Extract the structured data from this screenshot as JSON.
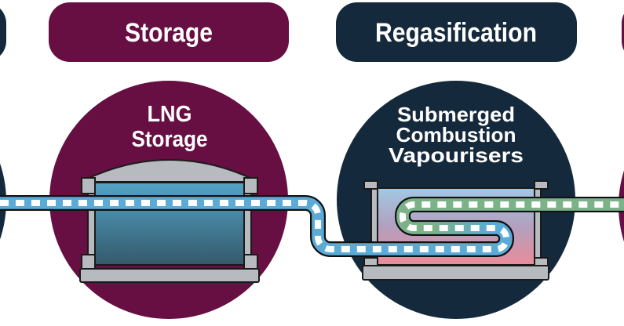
{
  "diagram": {
    "background": "#ffffff",
    "stages": [
      {
        "header_label": "Storage",
        "color": "#670f42",
        "unit_label_lines": [
          "LNG",
          "Storage"
        ]
      },
      {
        "header_label": "Regasification",
        "color": "#15293c",
        "unit_label_lines": [
          "Submerged",
          "Combustion",
          "Vapourisers"
        ]
      }
    ],
    "adjacent_stages": {
      "left_header_color": "#15293c",
      "left_circle_color": "#15293c",
      "right_header_color": "#670f42",
      "right_circle_color": "#670f42"
    },
    "pipeline": {
      "lng_pipe_color": "#5aabd7",
      "gas_pipe_color": "#7cb287",
      "dash_color": "#ffffff",
      "outline_color": "#111111"
    },
    "equipment": {
      "frame_color": "#b7babe",
      "outline_color": "#1a1a1a",
      "lng_liquid_top": "#53a4c7",
      "lng_liquid_bottom": "#34596b",
      "vapouriser_fluid_top": "#a2c8e3",
      "vapouriser_fluid_mid": "#b2a0bf",
      "vapouriser_fluid_bottom": "#ea8c9b"
    }
  }
}
